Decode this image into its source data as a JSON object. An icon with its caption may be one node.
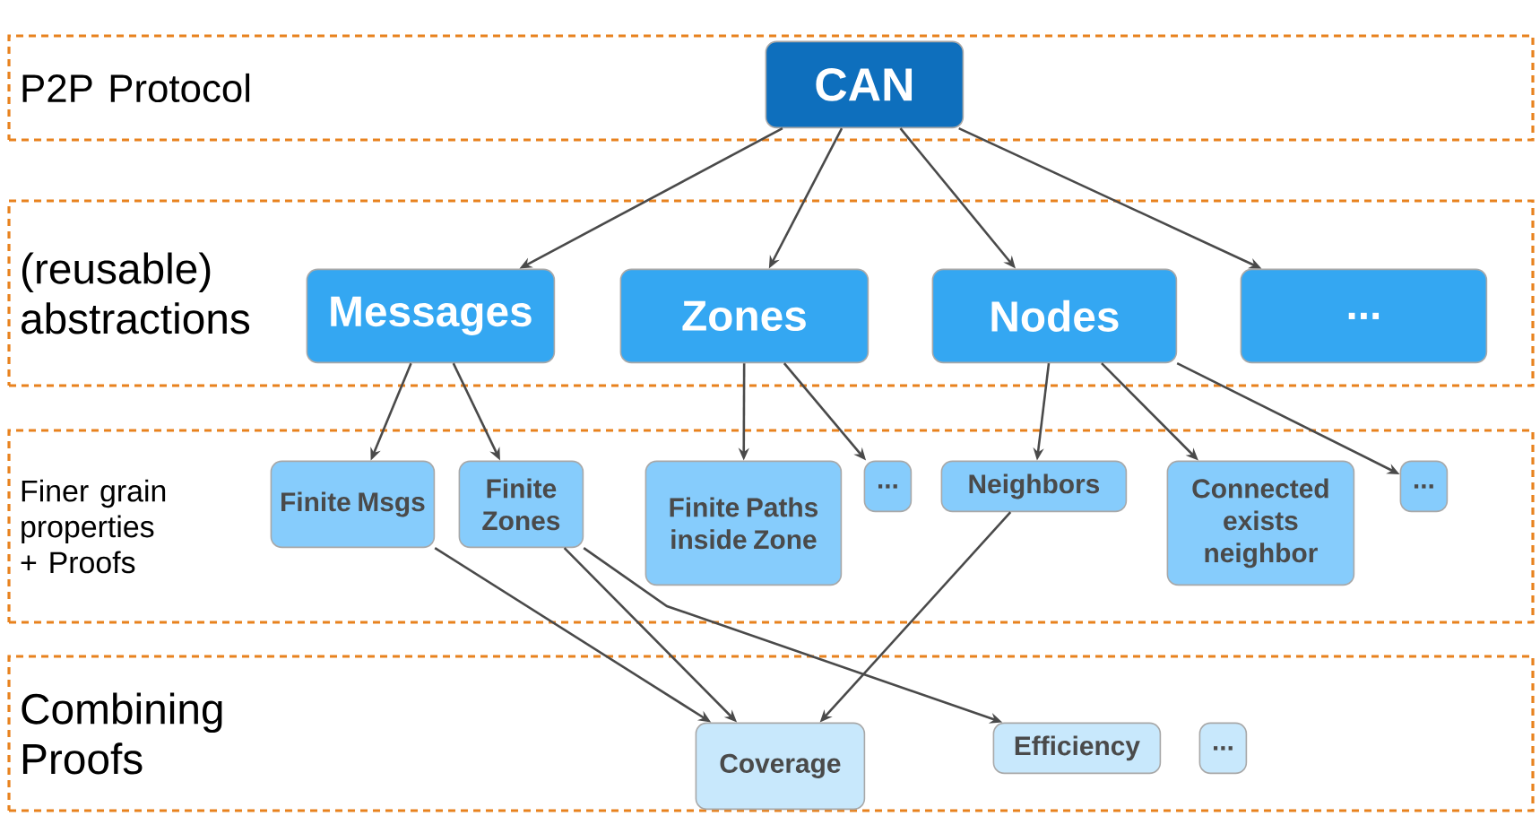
{
  "diagram": {
    "nodes": [
      {
        "text": [
          "P2P Protocol"
        ]
      },
      {
        "text": [
          "CAN"
        ],
        "in": 0
      },
      {
        "text": [
          "(reusable) abstractions"
        ]
      },
      {
        "text": [
          "Messages"
        ],
        "in": 2
      },
      {
        "text": [
          "Zones"
        ],
        "in": 2
      },
      {
        "text": [
          "Nodes"
        ],
        "in": 2
      },
      {
        "text": [
          "..."
        ],
        "in": 2
      },
      {
        "text": [
          "Finer grain properties + Proofs"
        ]
      },
      {
        "text": [
          "Finite Msgs"
        ],
        "in": 7
      },
      {
        "text": [
          "Finite Zones"
        ],
        "in": 7
      },
      {
        "text": [
          "Finite Paths inside Zone"
        ],
        "in": 7
      },
      {
        "text": [
          "..."
        ],
        "in": 7
      },
      {
        "text": [
          "Neighbors"
        ],
        "in": 7
      },
      {
        "text": [
          "Connected exists neighbor"
        ],
        "in": 7
      },
      {
        "text": [
          "..."
        ],
        "in": 7
      },
      {
        "text": [
          "Combining Proofs"
        ]
      },
      {
        "text": [
          "Coverage"
        ],
        "in": 15
      },
      {
        "text": [
          "Efficiency"
        ],
        "in": 15
      },
      {
        "text": [
          "..."
        ],
        "in": 15
      }
    ],
    "edges": [
      {
        "from": 1,
        "to": 3,
        "arrow": "to"
      },
      {
        "from": 1,
        "to": 4,
        "arrow": "to"
      },
      {
        "from": 1,
        "to": 5,
        "arrow": "to"
      },
      {
        "from": 1,
        "to": 6,
        "arrow": "to"
      },
      {
        "from": 3,
        "to": 8,
        "arrow": "to"
      },
      {
        "from": 3,
        "to": 9,
        "arrow": "to"
      },
      {
        "from": 4,
        "to": 10,
        "arrow": "to"
      },
      {
        "from": 4,
        "to": 11,
        "arrow": "to"
      },
      {
        "from": 5,
        "to": 12,
        "arrow": "to"
      },
      {
        "from": 5,
        "to": 13,
        "arrow": "to"
      },
      {
        "from": 5,
        "to": 14,
        "arrow": "to"
      },
      {
        "from": 8,
        "to": 16,
        "arrow": "to"
      },
      {
        "from": 9,
        "to": 16,
        "arrow": "to"
      },
      {
        "from": 9,
        "to": 17,
        "arrow": "to"
      },
      {
        "from": 12,
        "to": 16,
        "arrow": "to"
      }
    ]
  }
}
